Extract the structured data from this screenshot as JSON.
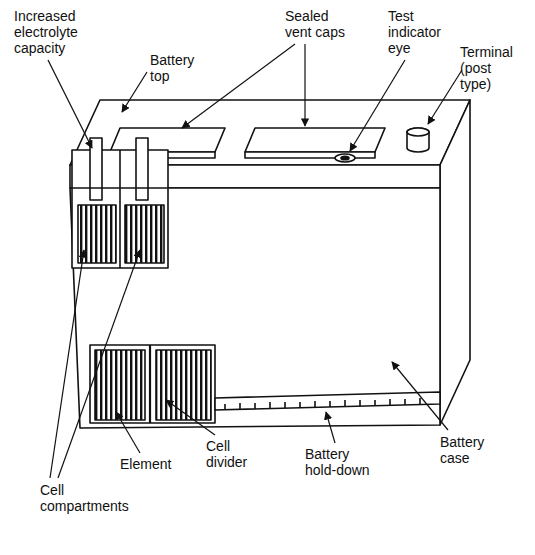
{
  "diagram": {
    "labels": [
      "Increased electrolyte capacity",
      "Battery top",
      "Sealed vent caps",
      "Test indicator eye",
      "Terminal (post type)",
      "Cell compartments",
      "Element",
      "Cell divider",
      "Battery hold-down",
      "Battery case"
    ]
  }
}
